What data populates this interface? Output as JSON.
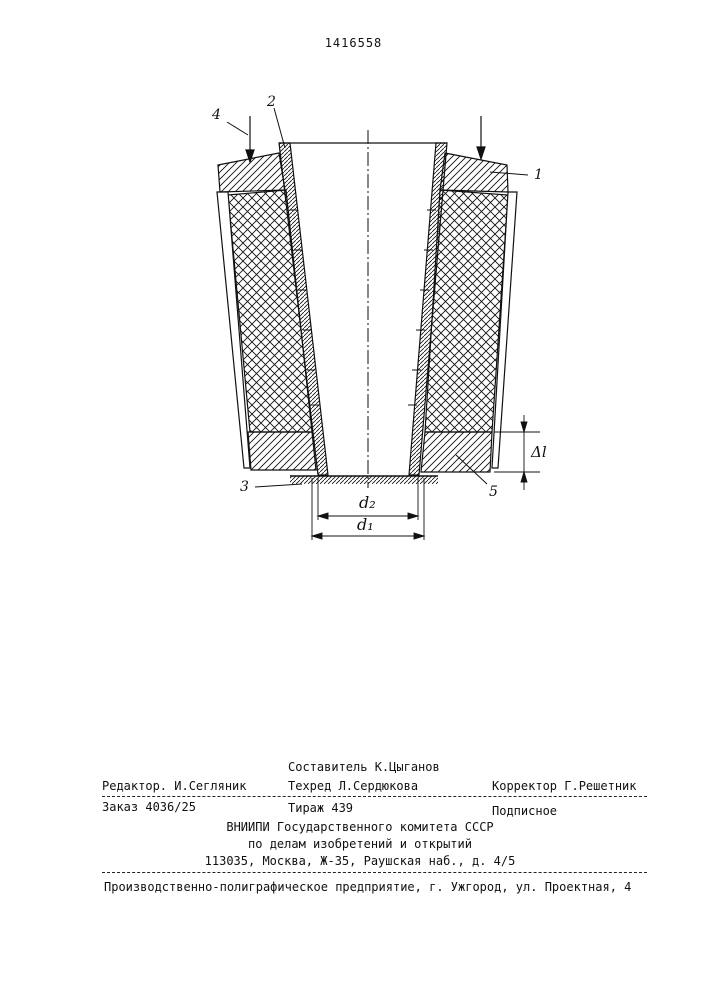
{
  "patent_number": "1416558",
  "figure": {
    "labels": {
      "part1": "1",
      "part2": "2",
      "part3": "3",
      "part4": "4",
      "part5": "5",
      "dim_d1": "d₁",
      "dim_d2": "d₂",
      "dim_delta_l": "Δl"
    }
  },
  "colophon": {
    "compiler": "Составитель К.Цыганов",
    "editor": "Редактор. И.Сегляник",
    "techred": "Техред Л.Сердюкова",
    "corrector": "Корректор Г.Решетник",
    "order": "Заказ 4036/25",
    "circulation": "Тираж 439",
    "subscription": "Подписное",
    "org_line1": "ВНИИПИ Государственного комитета СССР",
    "org_line2": "по делам изобретений и открытий",
    "org_line3": "113035, Москва, Ж-35, Раушская наб., д. 4/5",
    "printer": "Производственно-полиграфическое предприятие, г. Ужгород, ул. Проектная, 4"
  }
}
